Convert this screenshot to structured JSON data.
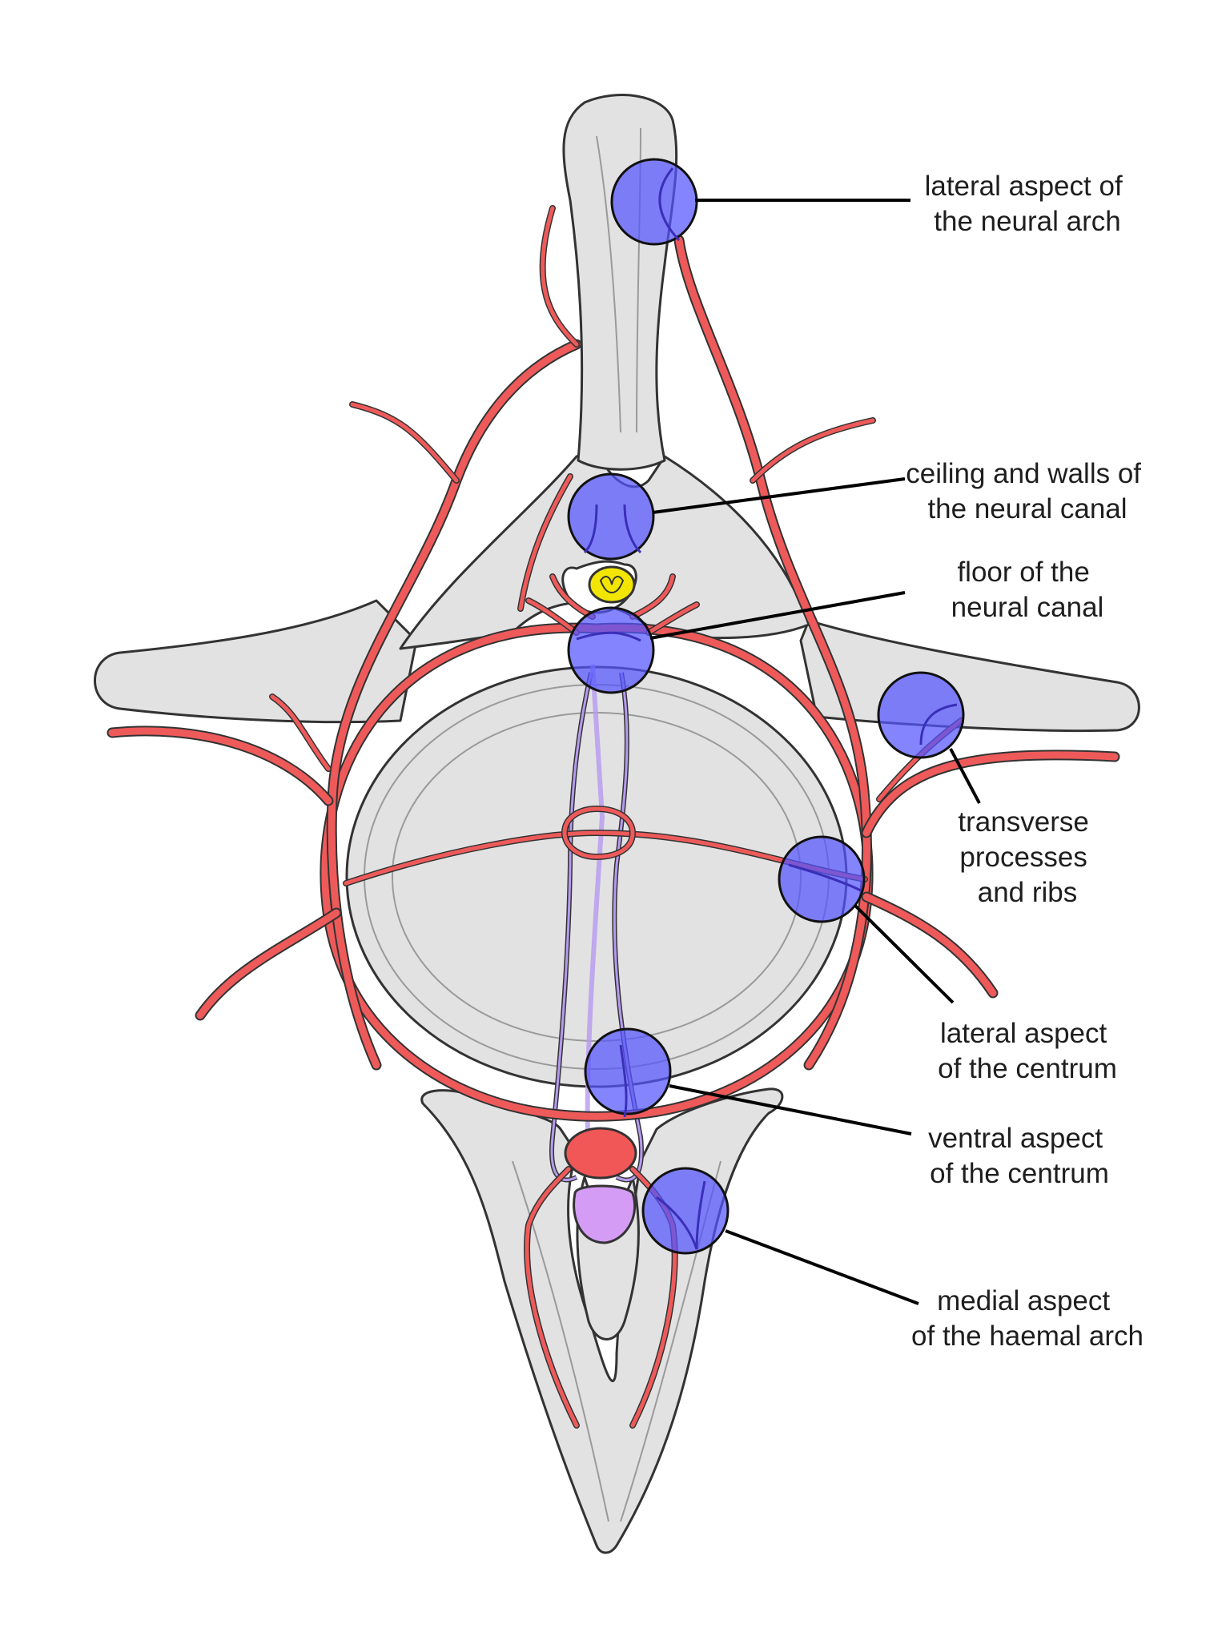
{
  "colors": {
    "bone": "#e2e2e2",
    "artery": "#ee5a5a",
    "vein_overlay": "#b69af0",
    "site_marker": "#5555ff",
    "spinal_cord": "#f2e600",
    "aorta": "#f25757",
    "haemal_vessel": "#d59cf5",
    "leader_line": "#000000"
  },
  "labels": {
    "lateral_neural_arch": [
      "lateral aspect of",
      "the neural arch"
    ],
    "neural_canal_ceiling": [
      "ceiling and walls of",
      "the neural canal"
    ],
    "neural_canal_floor": [
      "floor of the",
      "neural canal"
    ],
    "transverse_processes": [
      "transverse",
      "processes",
      "and ribs"
    ],
    "lateral_centrum": [
      "lateral aspect",
      "of the centrum"
    ],
    "ventral_centrum": [
      "ventral aspect",
      "of the centrum"
    ],
    "medial_haemal_arch": [
      "medial aspect",
      "of the haemal arch"
    ]
  }
}
